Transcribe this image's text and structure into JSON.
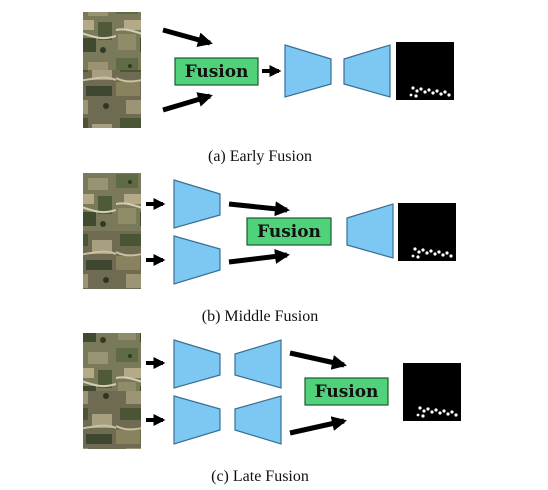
{
  "colors": {
    "encoder_fill": "#7cc8f3",
    "encoder_stroke": "#3a6f93",
    "fusion_fill": "#4fd27a",
    "fusion_stroke": "#1c5a2e",
    "arrow": "#000000",
    "output_bg": "#000000",
    "output_points": "#ffffff"
  },
  "icons": {
    "input_image": "satellite-image-icon",
    "encoder": "trapezoid-encoder-icon",
    "decoder": "trapezoid-decoder-icon",
    "output": "segmentation-mask-icon",
    "arrow": "arrow-right-icon"
  },
  "panels": [
    {
      "id": "a",
      "fusion_label": "Fusion",
      "caption": "(a) Early Fusion"
    },
    {
      "id": "b",
      "fusion_label": "Fusion",
      "caption": "(b) Middle Fusion"
    },
    {
      "id": "c",
      "fusion_label": "Fusion",
      "caption": "(c) Late Fusion"
    }
  ]
}
